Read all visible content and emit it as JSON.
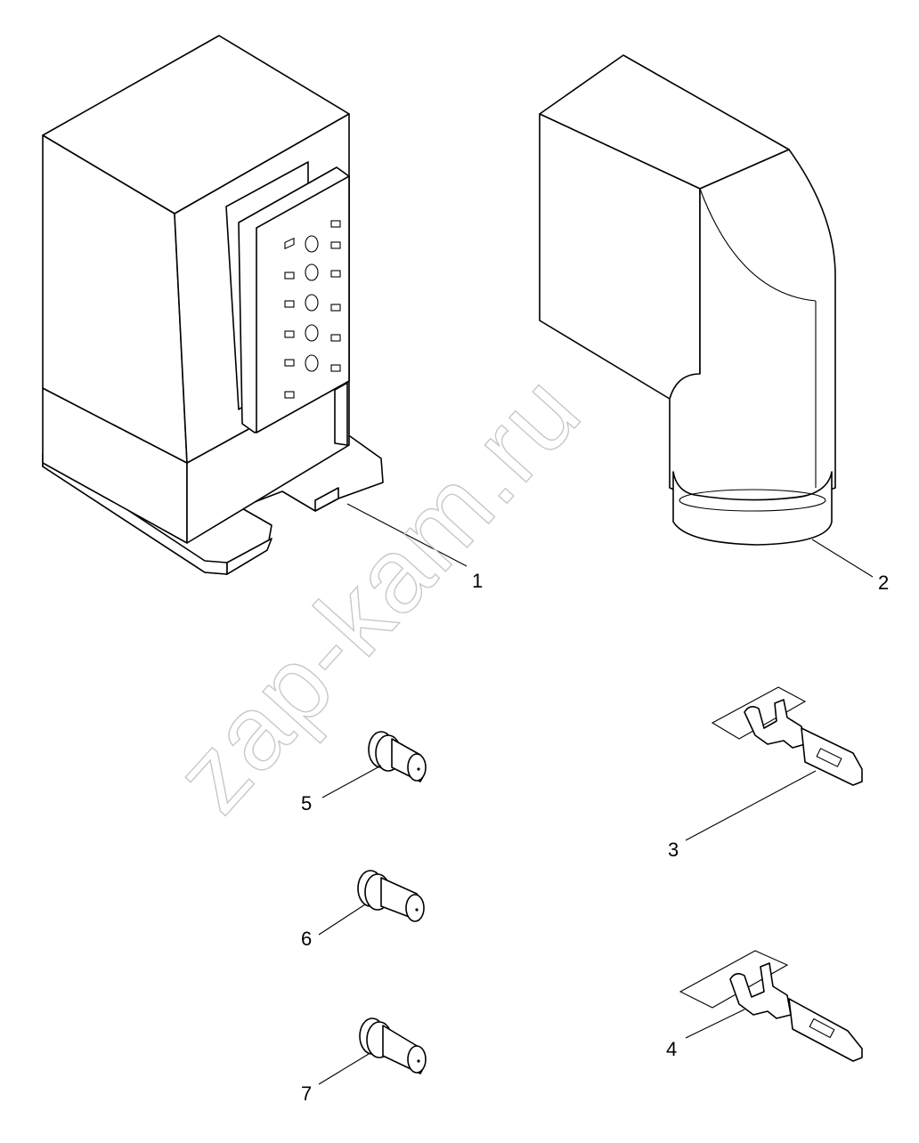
{
  "watermark": "zap-kam.ru",
  "callouts": [
    "1",
    "2",
    "3",
    "4",
    "5",
    "6",
    "7"
  ],
  "parts": [
    {
      "callout": "1",
      "icon": "connector-housing-with-contact-block"
    },
    {
      "callout": "2",
      "icon": "angled-connector-hood"
    },
    {
      "callout": "3",
      "icon": "crimp-terminal"
    },
    {
      "callout": "4",
      "icon": "crimp-terminal"
    },
    {
      "callout": "5",
      "icon": "seal-plug"
    },
    {
      "callout": "6",
      "icon": "seal-plug"
    },
    {
      "callout": "7",
      "icon": "seal-plug"
    }
  ]
}
